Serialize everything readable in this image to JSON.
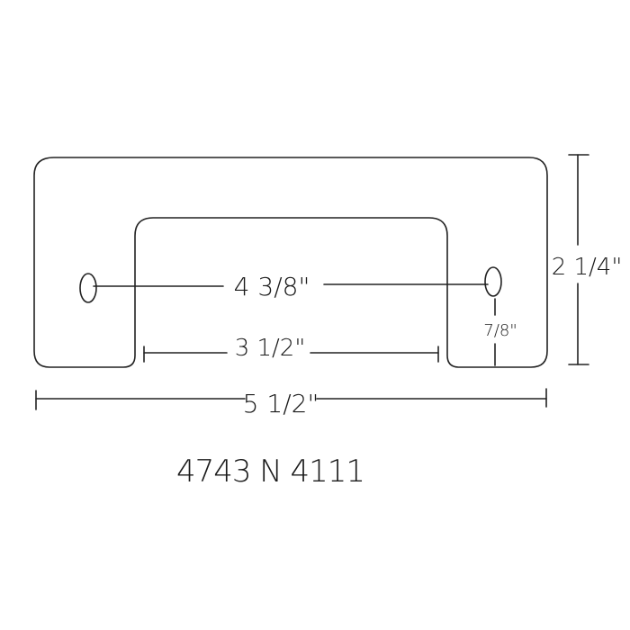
{
  "diagram": {
    "dimensions": {
      "hole_spacing": "4 3/8\"",
      "inner_opening": "3 1/2\"",
      "overall_width": "5 1/2\"",
      "overall_height": "2 1/4\"",
      "hole_to_bottom": "7/8\""
    },
    "part_number": "4743 N 4111"
  }
}
